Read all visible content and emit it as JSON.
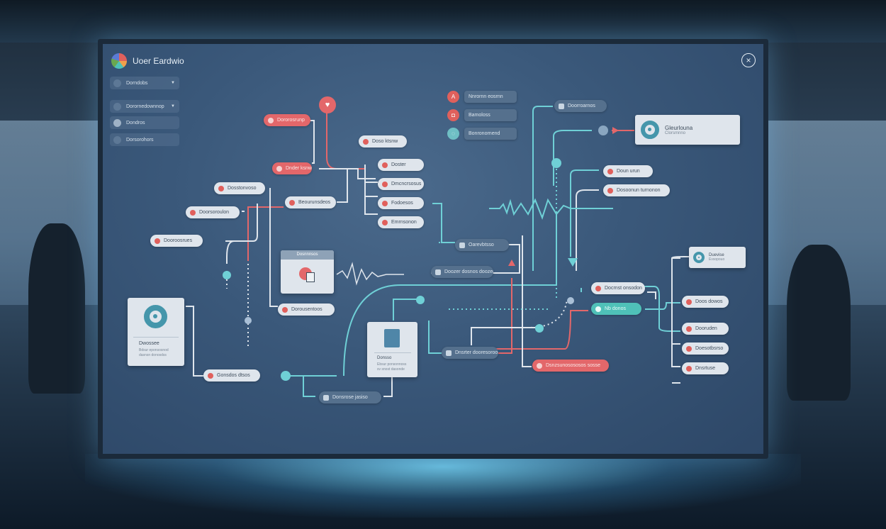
{
  "app": {
    "title": "Uoer Eardwio",
    "close_icon": "close-icon",
    "logo_colors": [
      "#e0605c",
      "#4fc1b8",
      "#6aa84f",
      "#f0a04b",
      "#5b7bd5"
    ]
  },
  "sidebar": {
    "items": [
      {
        "label": "Dorndobs",
        "dropdown": true
      },
      {
        "label": "Dorornedownnop",
        "dropdown": true
      },
      {
        "label": "Dondros",
        "dropdown": false
      },
      {
        "label": "Dorsorohors",
        "dropdown": false
      }
    ]
  },
  "legend": [
    {
      "icon": "A",
      "color": "#e0605c",
      "label": "Nnrornn eosrnn"
    },
    {
      "icon": "◘",
      "color": "#e0605c",
      "label": "Bamoloss"
    },
    {
      "icon": "◌",
      "color": "#6fbfc4",
      "label": "Bonronornend"
    }
  ],
  "colors": {
    "red": "#e3676a",
    "teal": "#4fc1b8",
    "light": "#dfe5ec",
    "dark": "#55708d"
  },
  "nodes": [
    {
      "label": "Dororosrunp",
      "variant": "red"
    },
    {
      "label": "Dnder ksnws",
      "variant": "red"
    },
    {
      "label": "Dosstonvoso",
      "variant": "light"
    },
    {
      "label": "Doorsoroulon",
      "variant": "light"
    },
    {
      "label": "Dooroosrues",
      "variant": "light"
    },
    {
      "label": "Beourunsdeos",
      "variant": "light"
    },
    {
      "label": "Doso ktsnw",
      "variant": "light"
    },
    {
      "label": "Doster",
      "variant": "light"
    },
    {
      "label": "Dmcncrsosus",
      "variant": "light"
    },
    {
      "label": "Fodoesos",
      "variant": "light"
    },
    {
      "label": "Emrnsonon",
      "variant": "light"
    },
    {
      "label": "Oarevbtsso",
      "variant": "dark"
    },
    {
      "label": "Doorroarnos",
      "variant": "dark"
    },
    {
      "label": "Doun urun",
      "variant": "light"
    },
    {
      "label": "Dosoonun turnonon",
      "variant": "light"
    },
    {
      "label": "Doozer dosnos doozer",
      "variant": "dark"
    },
    {
      "label": "Docrnst onsodon",
      "variant": "light"
    },
    {
      "label": "Nb donos",
      "variant": "teal"
    },
    {
      "label": "Doos dowos",
      "variant": "light"
    },
    {
      "label": "Dooruden",
      "variant": "light"
    },
    {
      "label": "Doesotbsrso",
      "variant": "light"
    },
    {
      "label": "Dnsrtuse",
      "variant": "light"
    },
    {
      "label": "Dorousentoos",
      "variant": "light"
    },
    {
      "label": "Gonsdos dtsos",
      "variant": "light"
    },
    {
      "label": "Dnsrter dooresoroo",
      "variant": "dark"
    },
    {
      "label": "Dsnzsunosososos sosse",
      "variant": "red"
    },
    {
      "label": "Donsrose jasiso",
      "variant": "dark"
    }
  ],
  "cards": {
    "top_right": {
      "title": "Gleurlouna",
      "subtitle": "Clorsmnno"
    },
    "right": {
      "title": "Duevise",
      "subtitle": "Evsopouo"
    },
    "center": {
      "title": "Dosnnnsos"
    },
    "left": {
      "title": "Dwossee",
      "line1": "Bdsur eponsosnod",
      "line2": "dasnsn donosdss"
    },
    "bottom": {
      "title": "Donsso",
      "line1": "Ebsur ponsonnoss",
      "line2": "sv snost dasonde"
    }
  }
}
